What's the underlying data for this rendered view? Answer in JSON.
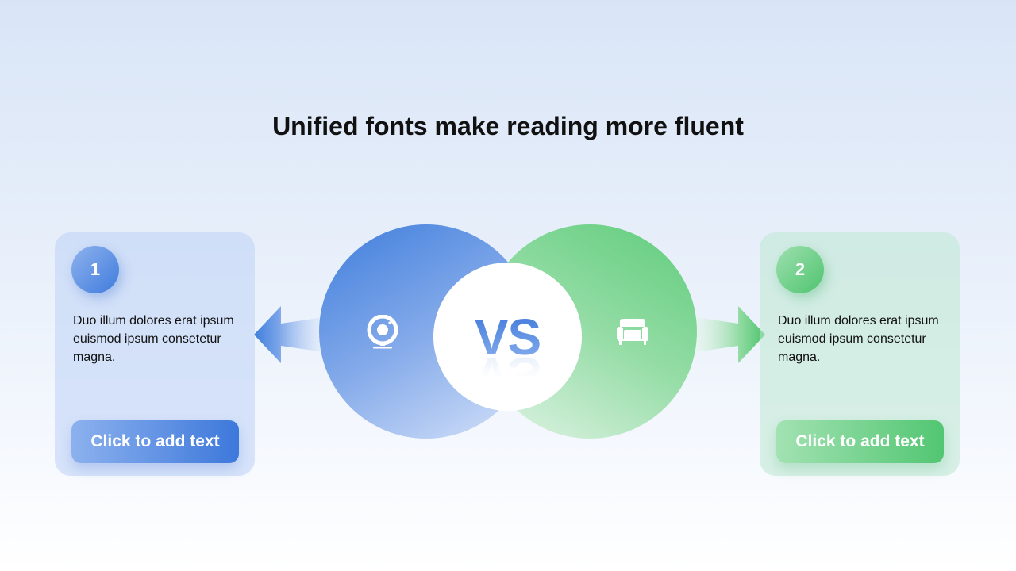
{
  "title": "Unified fonts make reading more fluent",
  "center": {
    "vs_label": "VS",
    "left_icon": "webcam-icon",
    "right_icon": "sofa-icon"
  },
  "cards": [
    {
      "number": "1",
      "text": "Duo illum dolores erat ipsum euismod ipsum consetetur magna.",
      "button_label": "Click to add text",
      "accent": "#4a83de"
    },
    {
      "number": "2",
      "text": "Duo illum dolores erat ipsum euismod ipsum consetetur magna.",
      "button_label": "Click to add text",
      "accent": "#58c775"
    }
  ],
  "colors": {
    "blue": "#3f7edc",
    "green": "#5fcc7b",
    "title": "#111111"
  }
}
